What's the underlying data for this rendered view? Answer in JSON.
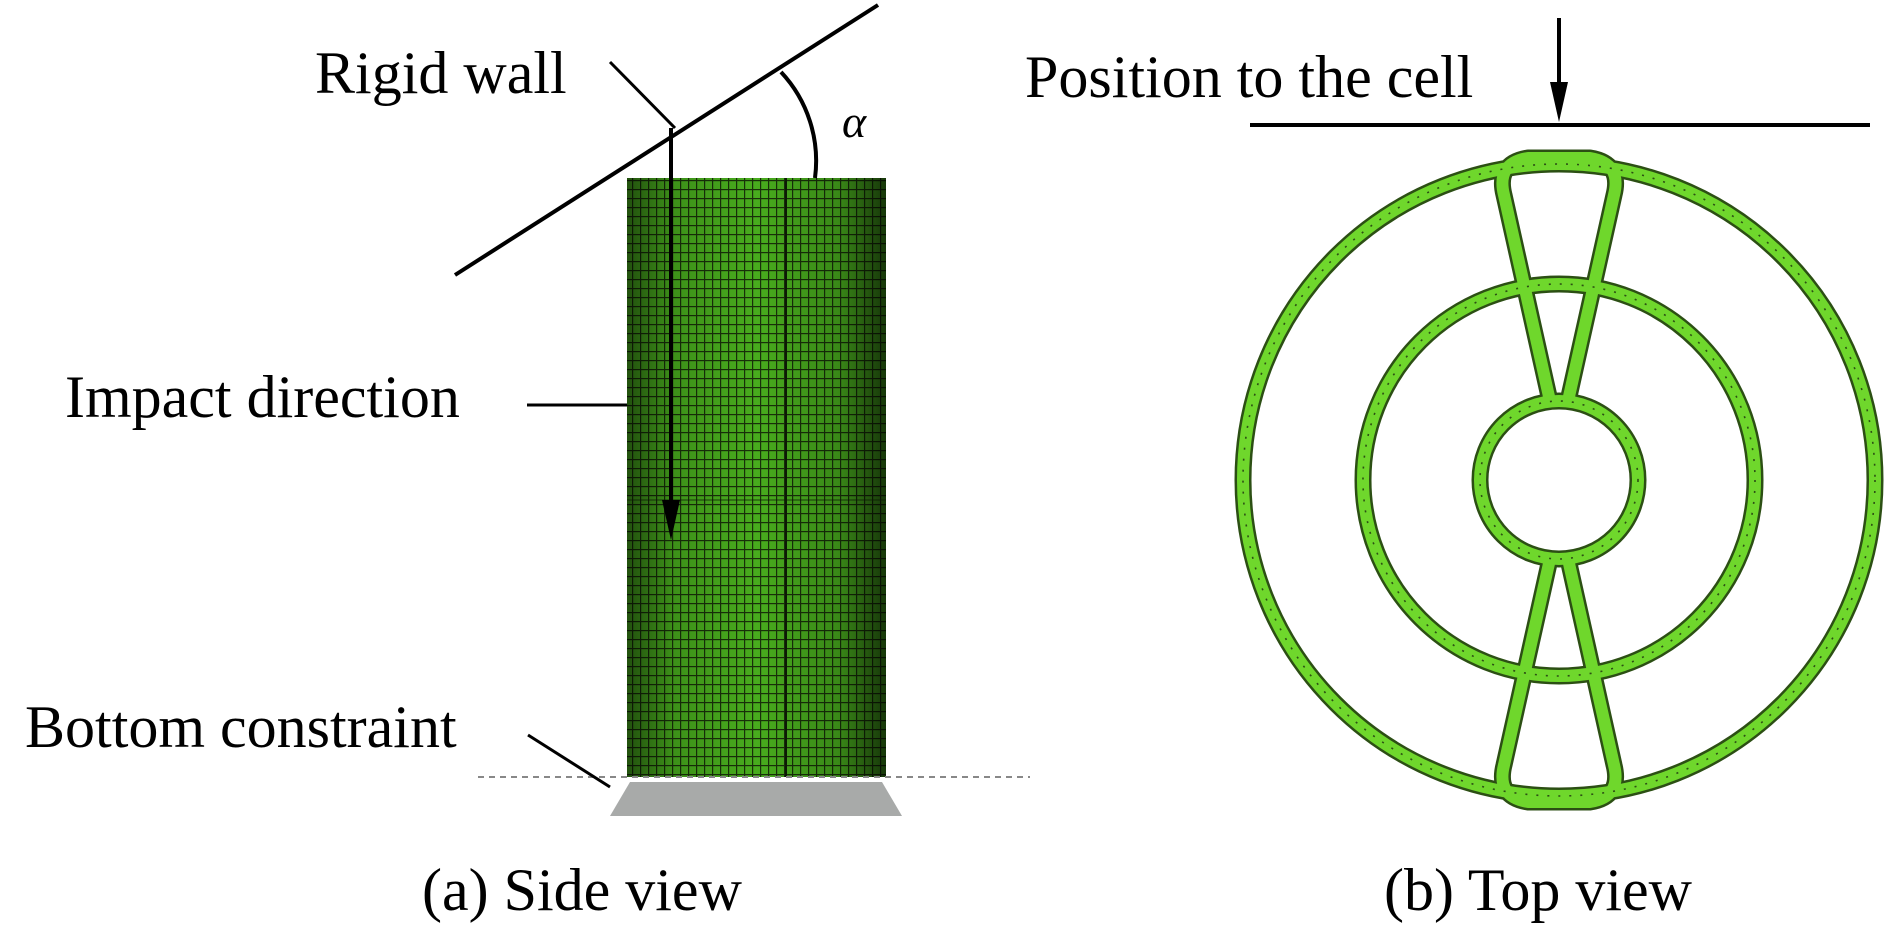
{
  "side_view": {
    "labels": {
      "rigid_wall": "Rigid wall",
      "alpha": "α",
      "impact_direction": "Impact direction",
      "bottom_constraint": "Bottom constraint"
    },
    "caption": "(a) Side view"
  },
  "top_view": {
    "labels": {
      "position": "Position to the cell"
    },
    "caption": "(b) Top view"
  },
  "colors": {
    "mesh_green": "#5fd02a",
    "mesh_dark": "#1e3a0c",
    "line": "#000000",
    "support_gray": "#a8aaa9"
  }
}
